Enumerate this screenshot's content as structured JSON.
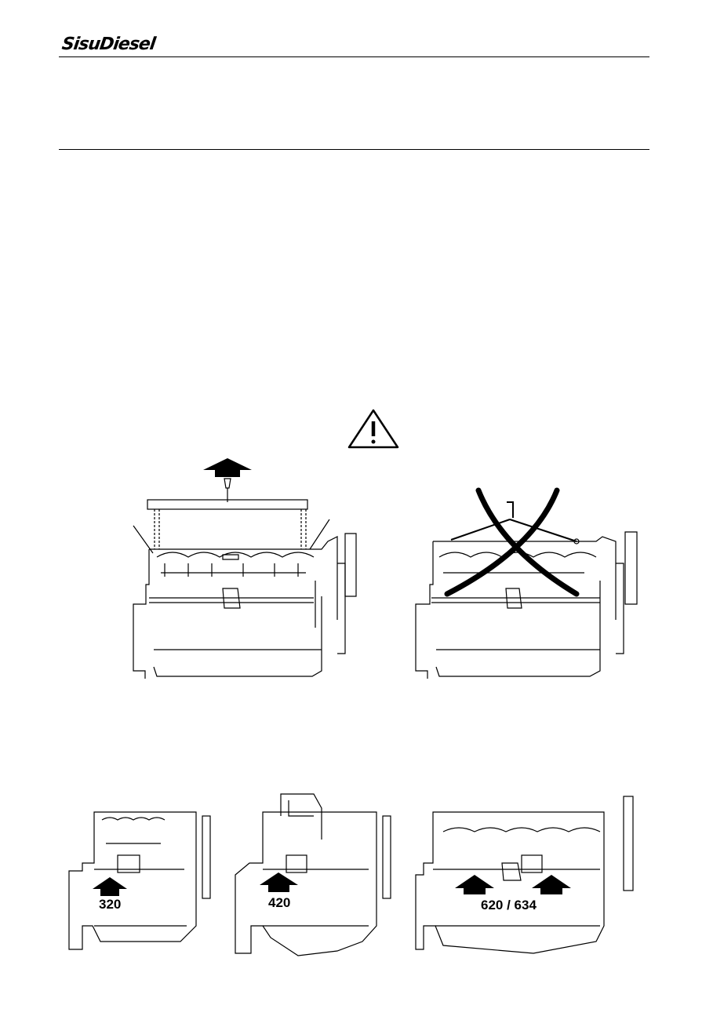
{
  "header": {
    "logo_text": "SisuDiesel"
  },
  "warning": {
    "icon": "warning-triangle-icon"
  },
  "figures": {
    "lifting_correct": {
      "icon": "lift-arrow-up-icon"
    },
    "lifting_incorrect": {
      "icon": "cross-out-icon"
    },
    "engine_labels": [
      "320",
      "420",
      "620 / 634"
    ]
  },
  "colors": {
    "ink": "#000000",
    "paper": "#ffffff"
  }
}
